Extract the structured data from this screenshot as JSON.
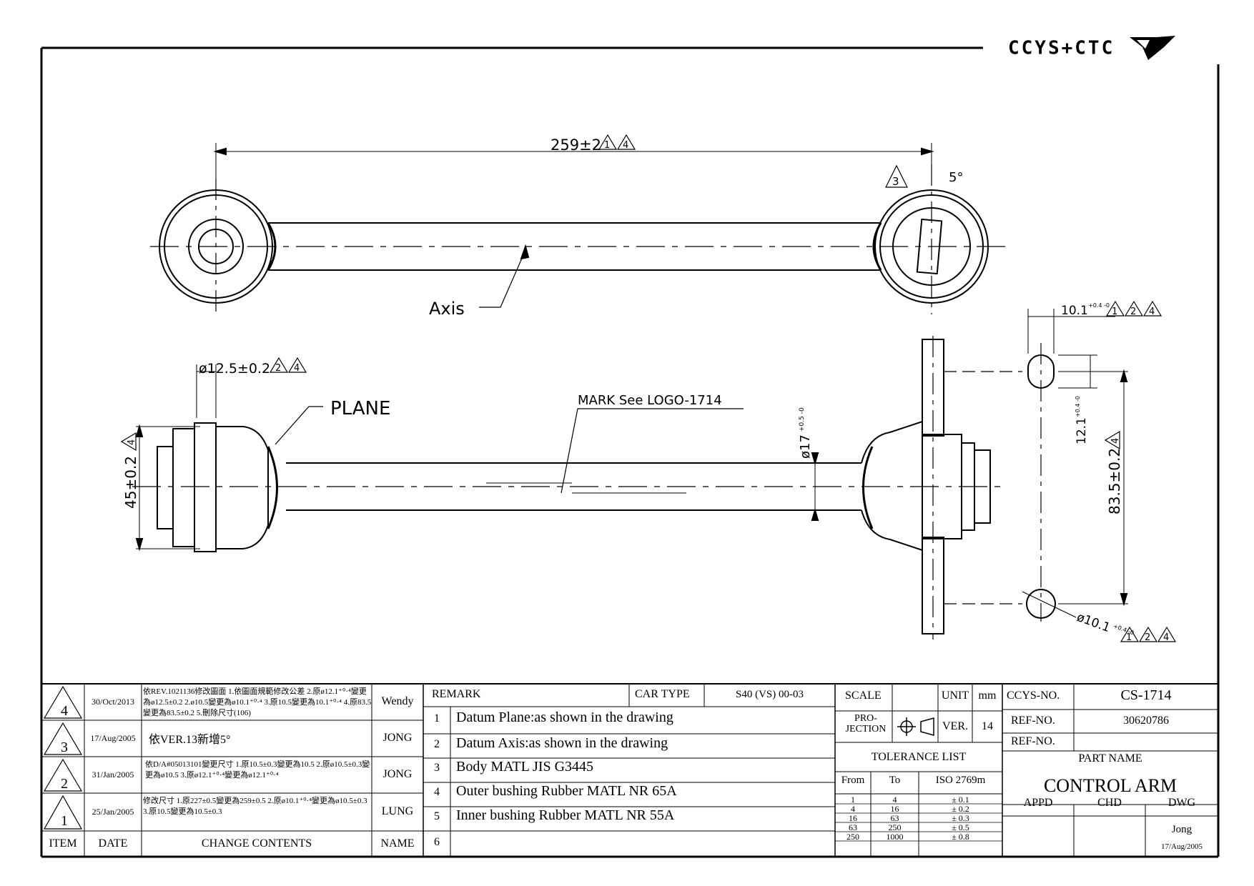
{
  "brand": {
    "logo_text": "CCYS+CTC"
  },
  "drawing": {
    "dim_length": "259±2",
    "dim_length_revs": [
      "1",
      "4"
    ],
    "angle_rev": "3",
    "angle": "5°",
    "axis_label": "Axis",
    "hole_dia": "ø12.5±0.2",
    "hole_dia_revs": [
      "2",
      "4"
    ],
    "plane_label": "PLANE",
    "mark_label": "MARK See LOGO-1714",
    "width_dim": "45±0.2",
    "width_rev": "4",
    "body_dia": "ø17",
    "body_dia_tol": "+0.5 -0",
    "slot_width": "10.1",
    "slot_width_tol": "+0.4 -0",
    "slot_width_revs": [
      "1",
      "2",
      "4"
    ],
    "slot_height": "12.1",
    "slot_height_tol": "+0.4 -0",
    "center_dist": "83.5±0.2",
    "center_dist_rev": "4",
    "hole2_dia": "ø10.1",
    "hole2_dia_tol": "+0.4 -0",
    "hole2_dia_revs": [
      "1",
      "2",
      "4"
    ]
  },
  "revisions": [
    {
      "item": "4",
      "date": "30/Oct/2013",
      "contents": "依REV.1021136修改圖面 1.依圖面規範修改公差 2.原ø12.1⁺⁰·⁴變更為ø12.5±0.2 2.ø10.5變更為ø10.1⁺⁰·⁴ 3.原10.5變更為10.1⁺⁰·⁴ 4.原83.5變更為83.5±0.2 5.刪除尺寸(106)",
      "name": "Wendy"
    },
    {
      "item": "3",
      "date": "17/Aug/2005",
      "contents": "依VER.13新增5°",
      "name": "JONG"
    },
    {
      "item": "2",
      "date": "31/Jan/2005",
      "contents": "依D/A#05013101變更尺寸 1.原10.5±0.3變更為10.5 2.原ø10.5±0.3變更為ø10.5 3.原ø12.1⁺⁰·⁴變更為ø12.1⁺⁰·⁴",
      "name": "JONG"
    },
    {
      "item": "1",
      "date": "25/Jan/2005",
      "contents": "修改尺寸 1.原227±0.5變更為259±0.5 2.原ø10.1⁺⁰·⁴變更為ø10.5±0.3 3.原10.5變更為10.5±0.3",
      "name": "LUNG"
    }
  ],
  "rev_headers": {
    "item": "ITEM",
    "date": "DATE",
    "contents": "CHANGE CONTENTS",
    "name": "NAME"
  },
  "remarks": {
    "header": "REMARK",
    "car_type_label": "CAR TYPE",
    "car_type": "S40 (VS) 00-03",
    "items": [
      {
        "no": "1",
        "text": "Datum Plane:as shown in the drawing"
      },
      {
        "no": "2",
        "text": "Datum Axis:as shown in the drawing"
      },
      {
        "no": "3",
        "text": "Body MATL JIS G3445"
      },
      {
        "no": "4",
        "text": "Outer bushing Rubber MATL NR 65A"
      },
      {
        "no": "5",
        "text": "Inner bushing Rubber MATL NR 55A"
      },
      {
        "no": "6",
        "text": ""
      }
    ]
  },
  "specs": {
    "scale_label": "SCALE",
    "scale": "",
    "unit_label": "UNIT",
    "unit": "mm",
    "projection_label": "PRO-JECTION",
    "ver_label": "VER.",
    "ver": "14",
    "tolerance_title": "TOLERANCE LIST",
    "tol_headers": [
      "From",
      "To",
      "ISO 2769m"
    ],
    "tolerances": [
      [
        "1",
        "4",
        "± 0.1"
      ],
      [
        "4",
        "16",
        "± 0.2"
      ],
      [
        "16",
        "63",
        "± 0.3"
      ],
      [
        "63",
        "250",
        "± 0.5"
      ],
      [
        "250",
        "1000",
        "± 0.8"
      ]
    ]
  },
  "title": {
    "ccys_label": "CCYS-NO.",
    "ccys_no": "CS-1714",
    "ref_label_1": "REF-NO.",
    "ref_no_1": "30620786",
    "ref_label_2": "REF-NO.",
    "ref_no_2": "",
    "part_name_label": "PART NAME",
    "part_name": "CONTROL ARM",
    "appd_label": "APPD",
    "chd_label": "CHD",
    "dwg_label": "DWG",
    "dwg_name": "Jong",
    "dwg_date": "17/Aug/2005"
  }
}
